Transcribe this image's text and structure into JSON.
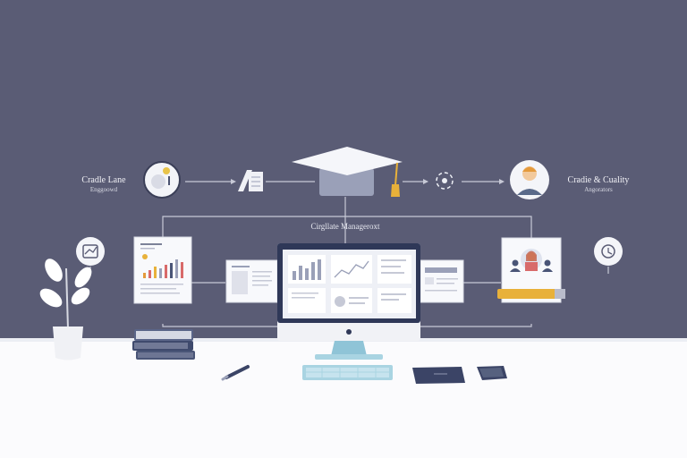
{
  "labels": {
    "left": {
      "title": "Cradle Lane",
      "sub": "Enggoowd"
    },
    "center": {
      "title": "Cirgllate Manageroxt"
    },
    "right": {
      "title": "Cradie & Cuality",
      "sub": "Angorators"
    }
  },
  "colors": {
    "background": "#5a5c75",
    "desk": "#fbfbfd",
    "line": "#c7c9d6",
    "accent_gold": "#e8b13a",
    "accent_navy": "#4a5577",
    "accent_blue": "#8fc4d7"
  },
  "icons": [
    "apple-icon",
    "document-icon",
    "graduation-cap-icon",
    "cycle-icon",
    "avatar-icon",
    "chart-icon",
    "clock-icon",
    "pen-icon",
    "notebook-icon",
    "phone-icon",
    "plant-icon",
    "books-icon"
  ]
}
